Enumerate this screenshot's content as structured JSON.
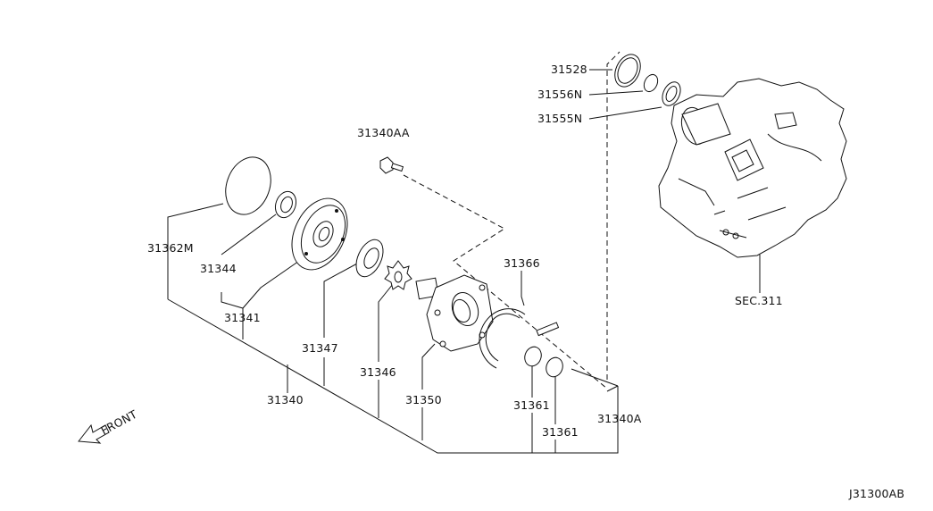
{
  "diagram": {
    "labels": {
      "p31528": "31528",
      "p31556n": "31556N",
      "p31555n": "31555N",
      "p31340aa": "31340AA",
      "p31366": "31366",
      "p31362m": "31362M",
      "p31344": "31344",
      "p31341": "31341",
      "p31347": "31347",
      "p31346": "31346",
      "p31340": "31340",
      "p31350": "31350",
      "p31361a": "31361",
      "p31361b": "31361",
      "p31340a": "31340A",
      "sec311": "SEC.311"
    },
    "front_label": "FRONT",
    "drawing_code": "J31300AB"
  }
}
